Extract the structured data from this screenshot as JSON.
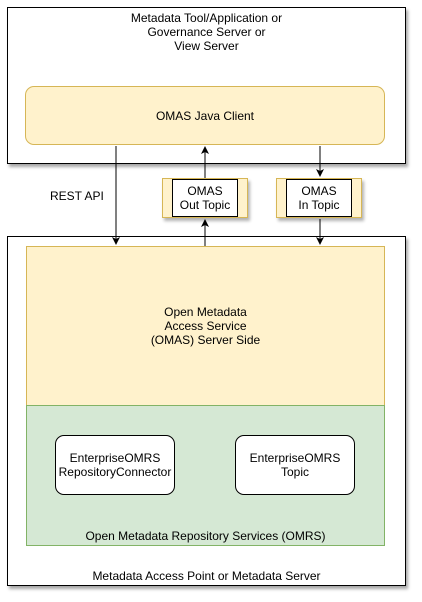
{
  "tool_box": {
    "title": "Metadata Tool/Application or\nGovernance Server or\nView Server"
  },
  "omas_client": {
    "label": "OMAS Java Client"
  },
  "rest_api": {
    "label": "REST API"
  },
  "out_topic": {
    "label": "OMAS\nOut Topic"
  },
  "in_topic": {
    "label": "OMAS\nIn Topic"
  },
  "omas_server": {
    "label": "Open Metadata\nAccess Service\n(OMAS) Server Side"
  },
  "omrs": {
    "label": "Open Metadata Repository Services (OMRS)",
    "connector_label": "EnterpriseOMRS\nRepositoryConnector",
    "topic_label": "EnterpriseOMRS\nTopic"
  },
  "server_box": {
    "title": "Metadata Access Point or Metadata Server"
  },
  "colors": {
    "omas_fill": "#fff2cc",
    "omas_stroke": "#d6b656",
    "omrs_fill": "#d5e8d4",
    "omrs_stroke": "#82b366"
  }
}
